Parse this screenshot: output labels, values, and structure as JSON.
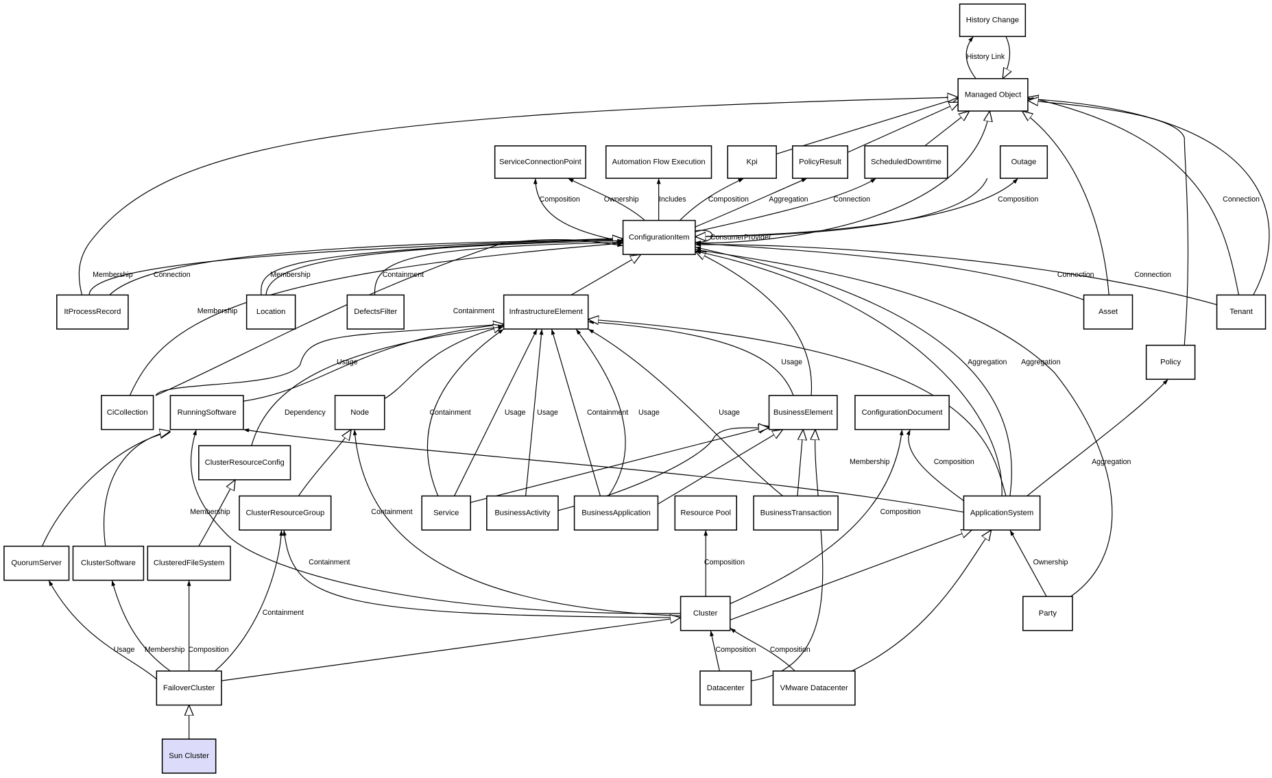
{
  "nodes": [
    {
      "id": "history_change",
      "label": "History Change"
    },
    {
      "id": "managed_object",
      "label": "Managed Object"
    },
    {
      "id": "service_connection_point",
      "label": "ServiceConnectionPoint"
    },
    {
      "id": "automation_flow_execution",
      "label": "Automation Flow Execution"
    },
    {
      "id": "kpi",
      "label": "Kpi"
    },
    {
      "id": "policy_result",
      "label": "PolicyResult"
    },
    {
      "id": "scheduled_downtime",
      "label": "ScheduledDowntime"
    },
    {
      "id": "outage",
      "label": "Outage"
    },
    {
      "id": "configuration_item",
      "label": "ConfigurationItem"
    },
    {
      "id": "it_process_record",
      "label": "ItProcessRecord"
    },
    {
      "id": "location",
      "label": "Location"
    },
    {
      "id": "defects_filter",
      "label": "DefectsFilter"
    },
    {
      "id": "infrastructure_element",
      "label": "InfrastructureElement"
    },
    {
      "id": "asset",
      "label": "Asset"
    },
    {
      "id": "tenant",
      "label": "Tenant"
    },
    {
      "id": "policy",
      "label": "Policy"
    },
    {
      "id": "ci_collection",
      "label": "CiCollection"
    },
    {
      "id": "running_software",
      "label": "RunningSoftware"
    },
    {
      "id": "node",
      "label": "Node"
    },
    {
      "id": "business_element",
      "label": "BusinessElement"
    },
    {
      "id": "configuration_document",
      "label": "ConfigurationDocument"
    },
    {
      "id": "cluster_resource_config",
      "label": "ClusterResourceConfig"
    },
    {
      "id": "cluster_resource_group",
      "label": "ClusterResourceGroup"
    },
    {
      "id": "service",
      "label": "Service"
    },
    {
      "id": "business_activity",
      "label": "BusinessActivity"
    },
    {
      "id": "business_application",
      "label": "BusinessApplication"
    },
    {
      "id": "resource_pool",
      "label": "Resource Pool"
    },
    {
      "id": "business_transaction",
      "label": "BusinessTransaction"
    },
    {
      "id": "application_system",
      "label": "ApplicationSystem"
    },
    {
      "id": "quorum_server",
      "label": "QuorumServer"
    },
    {
      "id": "cluster_software",
      "label": "ClusterSoftware"
    },
    {
      "id": "clustered_file_system",
      "label": "ClusteredFileSystem"
    },
    {
      "id": "cluster",
      "label": "Cluster"
    },
    {
      "id": "party",
      "label": "Party"
    },
    {
      "id": "failover_cluster",
      "label": "FailoverCluster"
    },
    {
      "id": "datacenter",
      "label": "Datacenter"
    },
    {
      "id": "vmware_datacenter",
      "label": "VMware Datacenter"
    },
    {
      "id": "sun_cluster",
      "label": "Sun Cluster",
      "highlighted": true
    }
  ],
  "edges": [
    {
      "from": "managed_object",
      "to": "history_change",
      "type": "association",
      "label": "History Link"
    },
    {
      "from": "history_change",
      "to": "managed_object",
      "type": "inheritance",
      "label": ""
    },
    {
      "from": "configuration_item",
      "to": "service_connection_point",
      "type": "association",
      "label": "Composition"
    },
    {
      "from": "configuration_item",
      "to": "service_connection_point",
      "type": "association",
      "label": "Ownership"
    },
    {
      "from": "configuration_item",
      "to": "automation_flow_execution",
      "type": "association",
      "label": "Includes"
    },
    {
      "from": "configuration_item",
      "to": "kpi",
      "type": "association",
      "label": "Composition"
    },
    {
      "from": "configuration_item",
      "to": "policy_result",
      "type": "association",
      "label": "Aggregation"
    },
    {
      "from": "configuration_item",
      "to": "scheduled_downtime",
      "type": "association",
      "label": "Connection"
    },
    {
      "from": "configuration_item",
      "to": "outage",
      "type": "association",
      "label": "Composition"
    },
    {
      "from": "configuration_item",
      "to": "configuration_item",
      "type": "association",
      "label": "ConsumerProvider"
    },
    {
      "from": "kpi",
      "to": "managed_object",
      "type": "inheritance",
      "label": ""
    },
    {
      "from": "policy_result",
      "to": "managed_object",
      "type": "inheritance",
      "label": ""
    },
    {
      "from": "scheduled_downtime",
      "to": "managed_object",
      "type": "inheritance",
      "label": ""
    },
    {
      "from": "outage",
      "to": "managed_object",
      "type": "inheritance",
      "label": ""
    },
    {
      "from": "configuration_item",
      "to": "managed_object",
      "type": "inheritance",
      "label": ""
    },
    {
      "from": "it_process_record",
      "to": "managed_object",
      "type": "inheritance",
      "label": ""
    },
    {
      "from": "asset",
      "to": "managed_object",
      "type": "inheritance",
      "label": ""
    },
    {
      "from": "tenant",
      "to": "managed_object",
      "type": "inheritance",
      "label": ""
    },
    {
      "from": "tenant",
      "to": "managed_object",
      "type": "association",
      "label": "Connection"
    },
    {
      "from": "policy",
      "to": "managed_object",
      "type": "inheritance",
      "label": ""
    },
    {
      "from": "it_process_record",
      "to": "configuration_item",
      "type": "association",
      "label": "Membership"
    },
    {
      "from": "it_process_record",
      "to": "configuration_item",
      "type": "association",
      "label": "Connection"
    },
    {
      "from": "location",
      "to": "configuration_item",
      "type": "inheritance",
      "label": ""
    },
    {
      "from": "location",
      "to": "configuration_item",
      "type": "association",
      "label": "Membership"
    },
    {
      "from": "defects_filter",
      "to": "configuration_item",
      "type": "association",
      "label": "Containment"
    },
    {
      "from": "ci_collection",
      "to": "configuration_item",
      "type": "association",
      "label": "Membership"
    },
    {
      "from": "ci_collection",
      "to": "configuration_item",
      "type": "association",
      "label": "Containment"
    },
    {
      "from": "asset",
      "to": "configuration_item",
      "type": "association",
      "label": "Connection"
    },
    {
      "from": "tenant",
      "to": "configuration_item",
      "type": "association",
      "label": "Connection"
    },
    {
      "from": "infrastructure_element",
      "to": "configuration_item",
      "type": "inheritance",
      "label": ""
    },
    {
      "from": "business_element",
      "to": "configuration_item",
      "type": "inheritance",
      "label": ""
    },
    {
      "from": "application_system",
      "to": "configuration_item",
      "type": "association",
      "label": "Aggregation"
    },
    {
      "from": "application_system",
      "to": "configuration_item",
      "type": "association",
      "label": "Aggregation"
    },
    {
      "from": "party",
      "to": "configuration_item",
      "type": "association",
      "label": ""
    },
    {
      "from": "ci_collection",
      "to": "infrastructure_element",
      "type": "association",
      "label": "Usage"
    },
    {
      "from": "running_software",
      "to": "infrastructure_element",
      "type": "inheritance",
      "label": ""
    },
    {
      "from": "node",
      "to": "infrastructure_element",
      "type": "inheritance",
      "label": ""
    },
    {
      "from": "cluster_resource_config",
      "to": "infrastructure_element",
      "type": "association",
      "label": "Dependency"
    },
    {
      "from": "service",
      "to": "infrastructure_element",
      "type": "association",
      "label": "Containment"
    },
    {
      "from": "service",
      "to": "infrastructure_element",
      "type": "association",
      "label": "Usage"
    },
    {
      "from": "business_activity",
      "to": "infrastructure_element",
      "type": "association",
      "label": "Usage"
    },
    {
      "from": "business_application",
      "to": "infrastructure_element",
      "type": "association",
      "label": "Containment"
    },
    {
      "from": "business_application",
      "to": "infrastructure_element",
      "type": "association",
      "label": "Usage"
    },
    {
      "from": "business_transaction",
      "to": "infrastructure_element",
      "type": "association",
      "label": "Usage"
    },
    {
      "from": "business_element",
      "to": "infrastructure_element",
      "type": "association",
      "label": "Usage"
    },
    {
      "from": "application_system",
      "to": "infrastructure_element",
      "type": "inheritance",
      "label": ""
    },
    {
      "from": "service",
      "to": "business_element",
      "type": "inheritance",
      "label": ""
    },
    {
      "from": "business_activity",
      "to": "business_element",
      "type": "inheritance",
      "label": ""
    },
    {
      "from": "business_application",
      "to": "business_element",
      "type": "inheritance",
      "label": ""
    },
    {
      "from": "business_transaction",
      "to": "business_element",
      "type": "inheritance",
      "label": ""
    },
    {
      "from": "datacenter",
      "to": "business_element",
      "type": "inheritance",
      "label": ""
    },
    {
      "from": "application_system",
      "to": "running_software",
      "type": "association",
      "label": "Membership"
    },
    {
      "from": "application_system",
      "to": "configuration_document",
      "type": "association",
      "label": "Composition"
    },
    {
      "from": "cluster",
      "to": "configuration_document",
      "type": "association",
      "label": "Composition"
    },
    {
      "from": "application_system",
      "to": "policy",
      "type": "association",
      "label": "Aggregation"
    },
    {
      "from": "party",
      "to": "application_system",
      "type": "association",
      "label": "Ownership"
    },
    {
      "from": "cluster",
      "to": "application_system",
      "type": "inheritance",
      "label": ""
    },
    {
      "from": "vmware_datacenter",
      "to": "application_system",
      "type": "inheritance",
      "label": ""
    },
    {
      "from": "quorum_server",
      "to": "running_software",
      "type": "inheritance",
      "label": ""
    },
    {
      "from": "cluster_software",
      "to": "running_software",
      "type": "inheritance",
      "label": ""
    },
    {
      "from": "cluster",
      "to": "running_software",
      "type": "association",
      "label": "Membership"
    },
    {
      "from": "clustered_file_system",
      "to": "cluster_resource_config",
      "type": "inheritance",
      "label": ""
    },
    {
      "from": "cluster_resource_group",
      "to": "node",
      "type": "inheritance",
      "label": ""
    },
    {
      "from": "cluster",
      "to": "node",
      "type": "association",
      "label": "Containment"
    },
    {
      "from": "cluster",
      "to": "cluster_resource_group",
      "type": "association",
      "label": "Containment"
    },
    {
      "from": "failover_cluster",
      "to": "cluster_resource_group",
      "type": "association",
      "label": "Containment"
    },
    {
      "from": "cluster",
      "to": "resource_pool",
      "type": "association",
      "label": "Composition"
    },
    {
      "from": "failover_cluster",
      "to": "quorum_server",
      "type": "association",
      "label": "Usage"
    },
    {
      "from": "failover_cluster",
      "to": "cluster_software",
      "type": "association",
      "label": "Membership"
    },
    {
      "from": "failover_cluster",
      "to": "clustered_file_system",
      "type": "association",
      "label": "Composition"
    },
    {
      "from": "failover_cluster",
      "to": "cluster",
      "type": "inheritance",
      "label": ""
    },
    {
      "from": "datacenter",
      "to": "cluster",
      "type": "association",
      "label": "Composition"
    },
    {
      "from": "vmware_datacenter",
      "to": "cluster",
      "type": "association",
      "label": "Composition"
    },
    {
      "from": "sun_cluster",
      "to": "failover_cluster",
      "type": "inheritance",
      "label": ""
    }
  ],
  "colors": {
    "node_fill": "#ffffff",
    "highlight_fill": "#dcdcfa",
    "stroke": "#000000"
  }
}
